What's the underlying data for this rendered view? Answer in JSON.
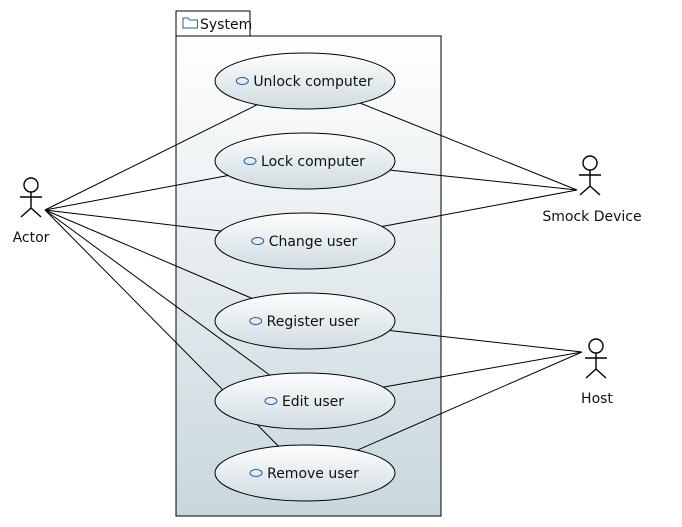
{
  "system": {
    "label": "System",
    "icon": "folder-icon"
  },
  "actors": [
    {
      "id": "actor",
      "label": "Actor"
    },
    {
      "id": "smock",
      "label": "Smock Device"
    },
    {
      "id": "host",
      "label": "Host"
    }
  ],
  "use_cases": [
    {
      "id": "unlock",
      "label": "Unlock computer"
    },
    {
      "id": "lock",
      "label": "Lock computer"
    },
    {
      "id": "change",
      "label": "Change user"
    },
    {
      "id": "register",
      "label": "Register user"
    },
    {
      "id": "edit",
      "label": "Edit user"
    },
    {
      "id": "remove",
      "label": "Remove user"
    }
  ],
  "associations": [
    [
      "actor",
      "unlock"
    ],
    [
      "actor",
      "lock"
    ],
    [
      "actor",
      "change"
    ],
    [
      "actor",
      "register"
    ],
    [
      "actor",
      "edit"
    ],
    [
      "actor",
      "remove"
    ],
    [
      "smock",
      "unlock"
    ],
    [
      "smock",
      "lock"
    ],
    [
      "smock",
      "change"
    ],
    [
      "host",
      "register"
    ],
    [
      "host",
      "edit"
    ],
    [
      "host",
      "remove"
    ]
  ],
  "colors": {
    "line": "#000000",
    "usecase_top": "#fdfdfd",
    "usecase_bottom": "#cfdce2",
    "system_top": "#ffffff",
    "system_bottom": "#c8d7de",
    "usecase_icon": "#1f5fa8"
  }
}
